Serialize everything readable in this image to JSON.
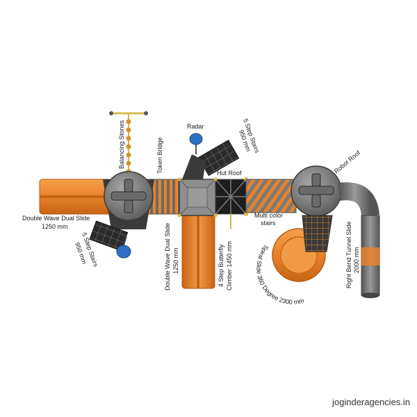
{
  "colors": {
    "orange": "#e8832a",
    "orange_dark": "#c86414",
    "grey": "#8a8a8a",
    "grey_dark": "#4a4a4a",
    "panel": "#2b2b2b",
    "blue": "#2f6fc4",
    "yellow": "#d8b84a"
  },
  "labels": {
    "balancing_stones": "Balancing Stones",
    "token_bridge": "Token Bridge",
    "radar": "Radar",
    "stairs_top_title": "5 Step Stairs",
    "stairs_top_size": "950 mm",
    "hut_roof": "Hut Roof",
    "robot_roof": "Robot Roof",
    "multi_color_stairs_1": "Multi color",
    "multi_color_stairs_2": "stairs",
    "left_slide_title": "Double Wave Dual Slide",
    "left_slide_size": "1250 mm",
    "stairs_left_title": "5 Step Stairs",
    "stairs_left_size": "950 mm",
    "center_slide_title": "Double Wave Dual Slide",
    "center_slide_size": "1250 mm",
    "climber_title": "4 Step Butterfly",
    "climber_size": "Climber 1450 mm",
    "spiral_slide": "Spiral Slide 360 Degree 2300 mm",
    "tunnel_slide_title": "Right Bend Tunnel Slide",
    "tunnel_slide_size": "2000 mm"
  },
  "watermark": "joginderagencies.in"
}
